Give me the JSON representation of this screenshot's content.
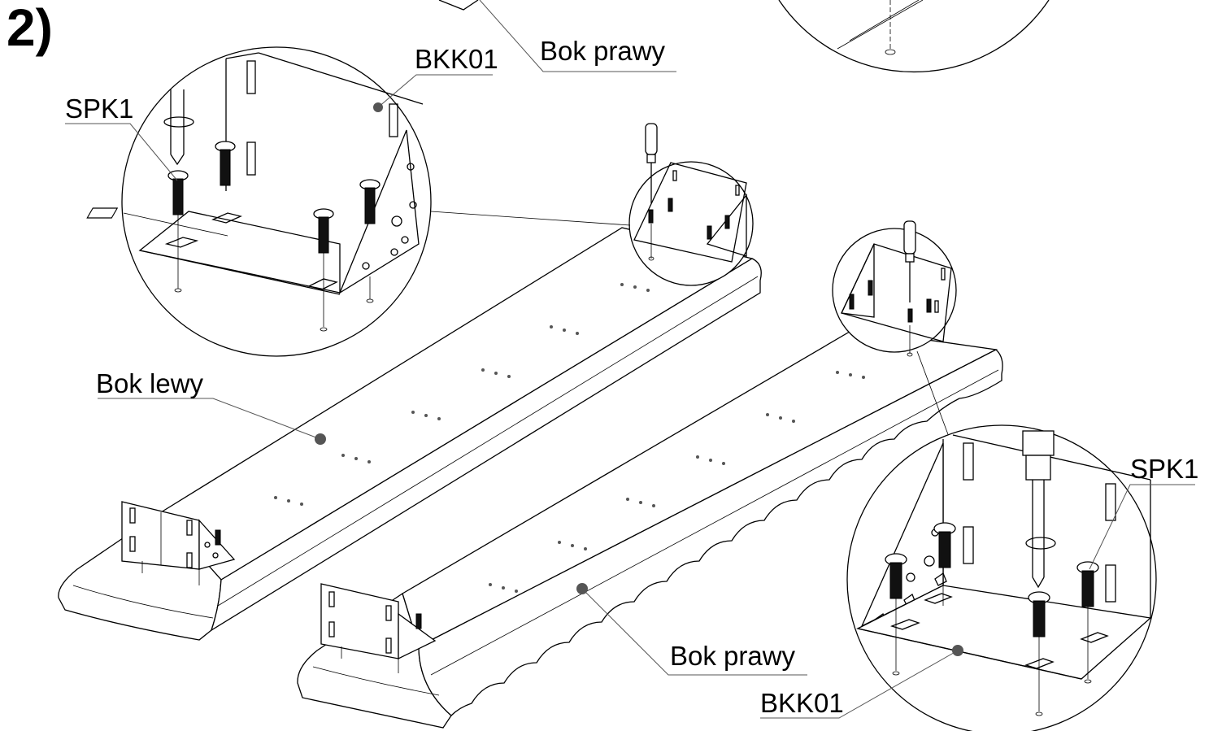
{
  "step_number": "2)",
  "labels": {
    "bok_prawy_top": "Bok prawy",
    "bkk01_top": "BKK01",
    "spk1_left": "SPK1",
    "bok_lewy": "Bok lewy",
    "spk1_right": "SPK1",
    "bok_prawy_bottom": "Bok prawy",
    "bkk01_bottom": "BKK01"
  }
}
